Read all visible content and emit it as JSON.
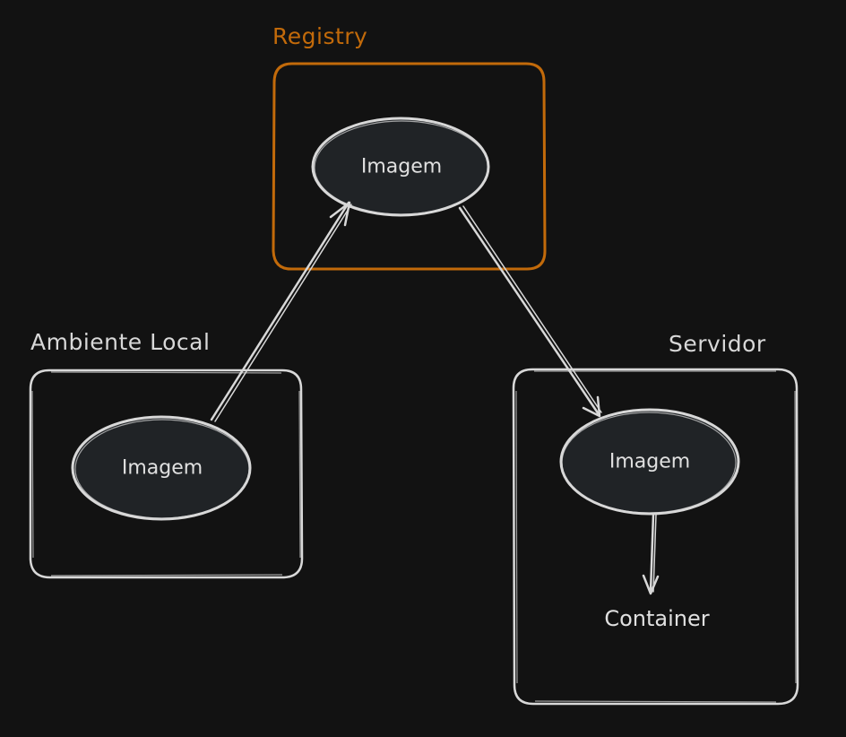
{
  "colors": {
    "background": "#121212",
    "stroke": "#d8d8d8",
    "node_fill": "#202326",
    "registry_accent": "#c26a0a"
  },
  "groups": {
    "registry": {
      "label": "Registry"
    },
    "local": {
      "label": "Ambiente Local"
    },
    "server": {
      "label": "Servidor"
    }
  },
  "nodes": {
    "registry_image": {
      "label": "Imagem"
    },
    "local_image": {
      "label": "Imagem"
    },
    "server_image": {
      "label": "Imagem"
    },
    "container": {
      "label": "Container"
    }
  },
  "edges": [
    {
      "from": "local_image",
      "to": "registry_image"
    },
    {
      "from": "registry_image",
      "to": "server_image"
    },
    {
      "from": "server_image",
      "to": "container"
    }
  ]
}
